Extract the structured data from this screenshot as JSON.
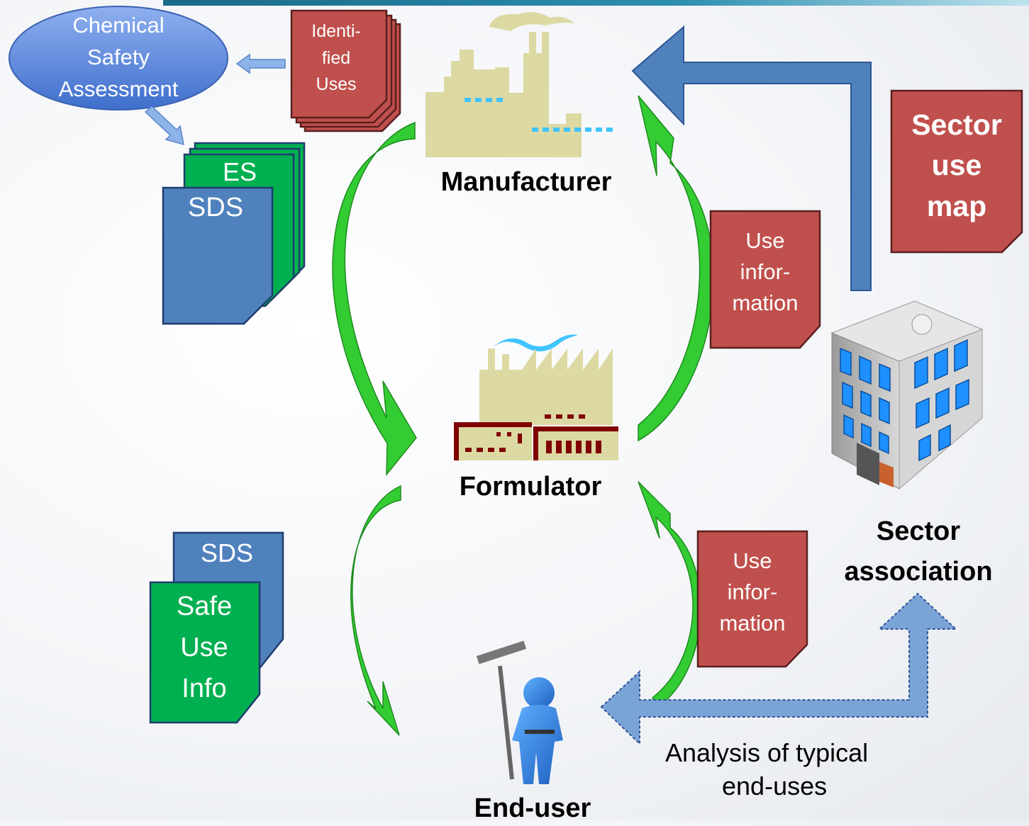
{
  "nodes": {
    "chemical_safety_assessment": "Chemical\nSafety\nAssessment",
    "identified_uses": "Identi-\nfied\nUses",
    "es": "ES",
    "sds_top": "SDS",
    "manufacturer": "Manufacturer",
    "formulator": "Formulator",
    "end_user": "End-user",
    "sector_use_map": "Sector\nuse\nmap",
    "use_information_upper": "Use\ninfor-\nmation",
    "use_information_lower": "Use\ninfor-\nmation",
    "sector_association": "Sector\nassociation",
    "sds_bottom": "SDS",
    "safe_use_info": "Safe\nUse\nInfo",
    "analysis": "Analysis of typical\n        end-uses"
  },
  "colors": {
    "red_doc": "#c0504d",
    "blue_doc": "#4f81bd",
    "green_doc": "#00b050",
    "green_arrow": "#33cc33",
    "blue_arrow": "#4f81bd",
    "factory": "#ddd9a3",
    "ellipse": "#5a86d8"
  },
  "icons": [
    "factory-icon",
    "formulator-factory-icon",
    "end-user-figure-icon",
    "office-building-icon"
  ]
}
